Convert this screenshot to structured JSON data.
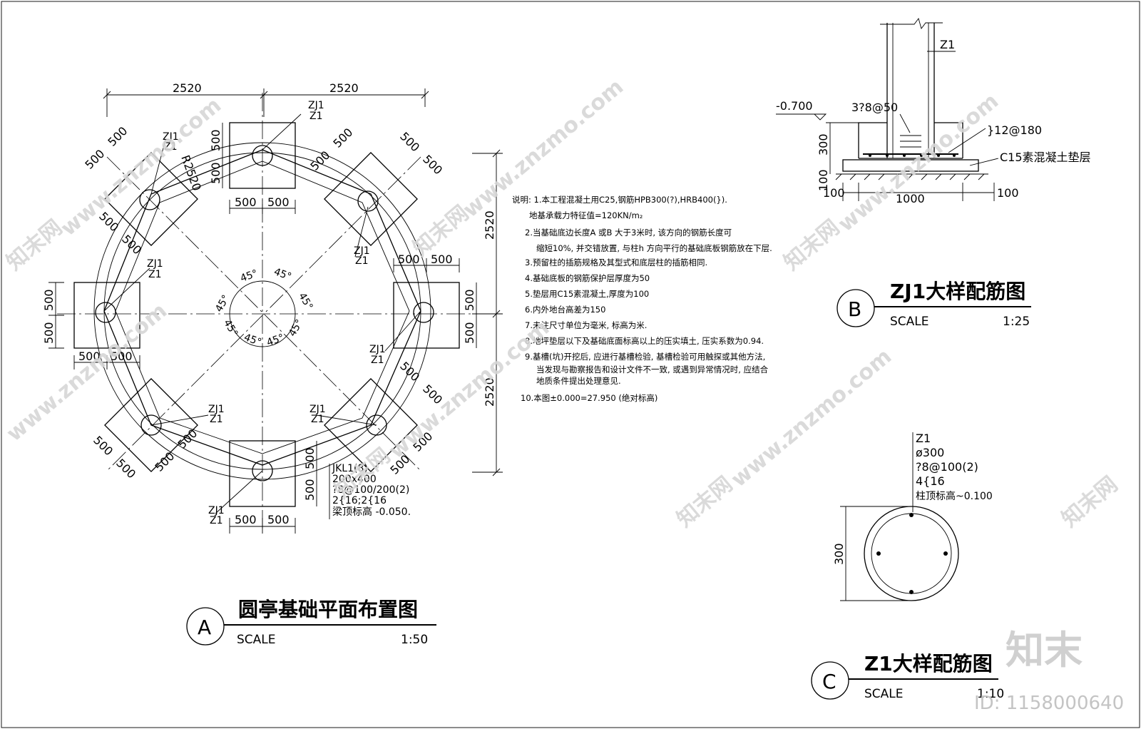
{
  "plan_a": {
    "badge": "A",
    "title": "圆亭基础平面布置图",
    "scale_label": "SCALE",
    "scale_value": "1:50",
    "radius_label": "R2520",
    "dim_top_left": "2520",
    "dim_top_right": "2520",
    "dim_right_upper": "2520",
    "dim_right_lower": "2520",
    "dim_500": "500",
    "angle_label": "45°",
    "footing_tag": "ZJ1",
    "column_tag": "Z1",
    "beam_tag": {
      "line1": "JKL1(8)",
      "line2": "200x400",
      "line3": "?8@100/200(2)",
      "line4": "2{16;2{16",
      "line5": "梁顶标高 -0.050."
    }
  },
  "notes": {
    "items": [
      "说明: 1.本工程混凝土用C25,钢筋HPB300(?),HRB400(}).",
      "地基承载力特征值=120KN/m₂",
      "2.当基础底边长度A 或B 大于3米时, 该方向的钢筋长度可",
      "缩短10%, 并交错放置, 与柱h 方向平行的基础底板钢筋放在下层.",
      "3.预留柱的插筋规格及其型式和底层柱的插筋相同.",
      "4.基础底板的钢筋保护层厚度为50",
      "5.垫层用C15素混凝土,厚度为100",
      "6.内外地台高差为150",
      "7.未注尺寸单位为毫米, 标高为米.",
      "8.地坪垫层以下及基础底面标高以上的压实填土, 压实系数为0.94.",
      "9.基槽(坑)开挖后, 应进行基槽检验, 基槽检验可用触探或其他方法,",
      "当发现与勘察报告和设计文件不一致, 或遇到异常情况时, 应结合",
      "地质条件提出处理意见.",
      "10.本图±0.000=27.950 (绝对标高)"
    ]
  },
  "detail_b": {
    "badge": "B",
    "title": "ZJ1大样配筋图",
    "scale_label": "SCALE",
    "scale_value": "1:25",
    "column_tag": "Z1",
    "elevation": "-0.700",
    "height_300": "300",
    "height_100": "100",
    "stirrups": "3?8@50",
    "bottom_bars": "}12@180",
    "bedding": "C15素混凝土垫层",
    "width_left": "100",
    "width_mid": "1000",
    "width_right": "100"
  },
  "detail_c": {
    "badge": "C",
    "title": "Z1大样配筋图",
    "scale_label": "SCALE",
    "scale_value": "1:10",
    "tag_line1": "Z1",
    "tag_line2": "ø300",
    "tag_line3": "?8@100(2)",
    "tag_line4": "4{16",
    "tag_line5": "柱顶标高~0.100",
    "diameter": "300"
  },
  "watermark": {
    "url_text": "www.znzmo.com",
    "cn_text": "知末网",
    "logo_text": "知末",
    "id_text": "ID: 1158000640"
  }
}
